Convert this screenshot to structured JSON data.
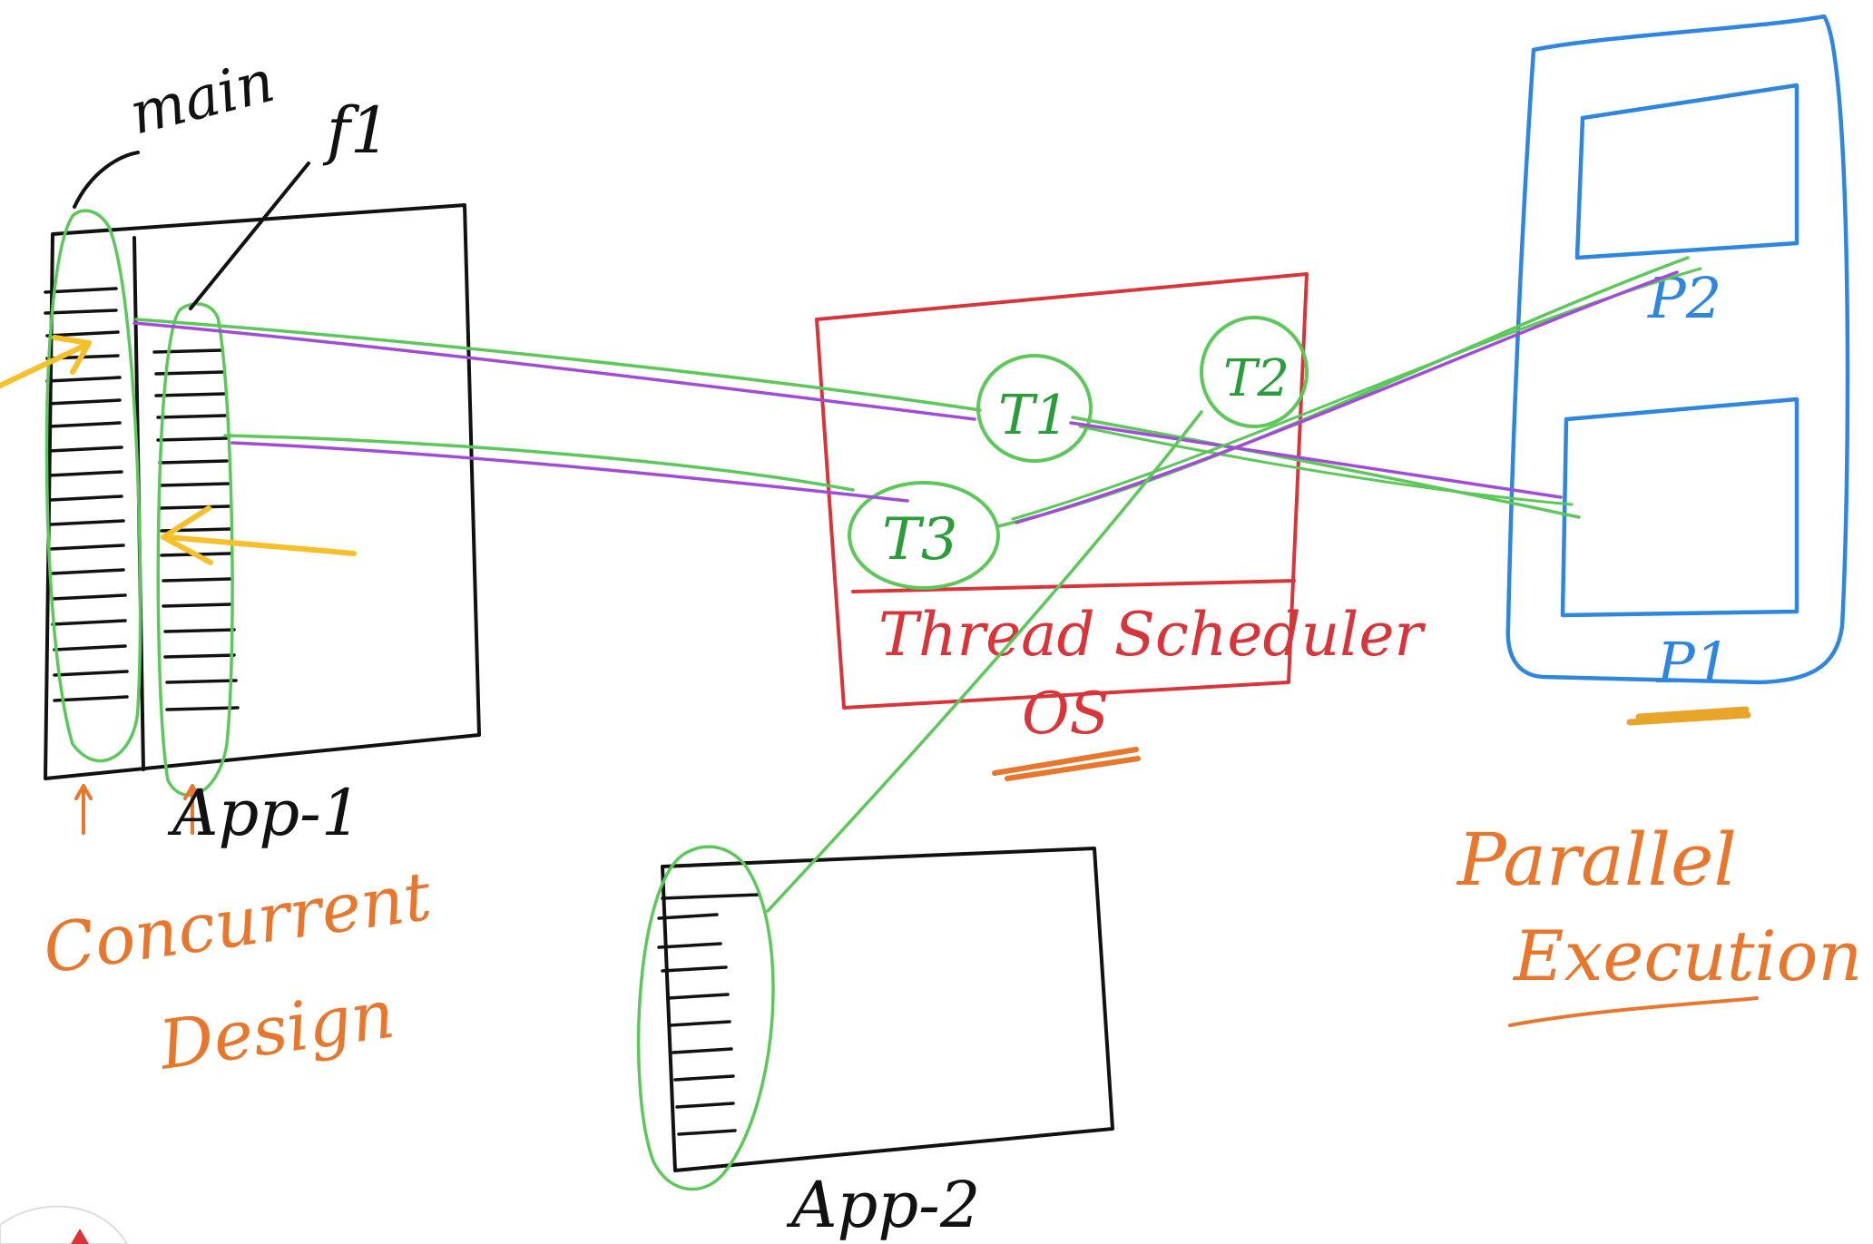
{
  "labels": {
    "main": "main",
    "f1": "f1",
    "app1": "App-1",
    "concurrent_1": "Concurrent",
    "concurrent_2": "Design",
    "scheduler": "Thread Scheduler",
    "os": "OS",
    "t1": "T1",
    "t2": "T2",
    "t3": "T3",
    "p2": "P2",
    "p1": "P1",
    "parallel_1": "Parallel",
    "parallel_2": "Execution",
    "app2": "App-2"
  },
  "colors": {
    "ink": "#111111",
    "thread": "#5cc85a",
    "link": "#a24bd6",
    "scheduler": "#d8353a",
    "processor": "#2e86de",
    "note": "#e8772e",
    "highlight": "#f5c02a"
  }
}
